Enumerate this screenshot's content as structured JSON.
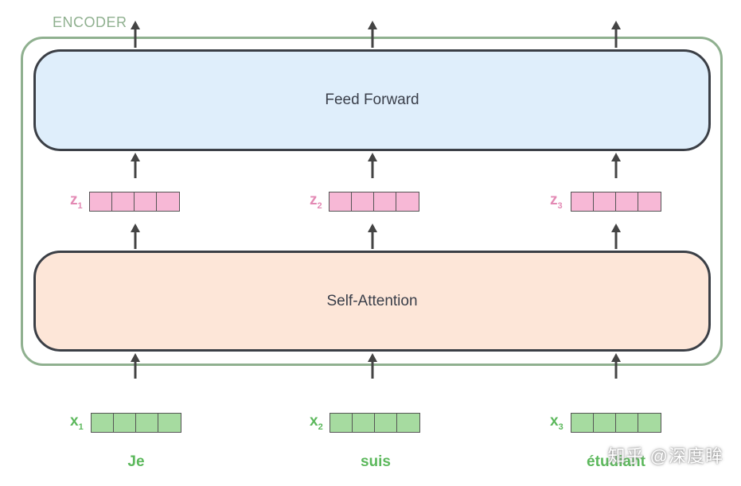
{
  "encoder": {
    "label": "ENCODER"
  },
  "layers": {
    "feed_forward": "Feed Forward",
    "self_attention": "Self-Attention"
  },
  "z_vectors": [
    {
      "letter": "z",
      "sub": "1"
    },
    {
      "letter": "z",
      "sub": "2"
    },
    {
      "letter": "z",
      "sub": "3"
    }
  ],
  "x_vectors": [
    {
      "letter": "x",
      "sub": "1"
    },
    {
      "letter": "x",
      "sub": "2"
    },
    {
      "letter": "x",
      "sub": "3"
    }
  ],
  "words": [
    "Je",
    "suis",
    "étudiant"
  ],
  "watermark": "知乎 @深度眸",
  "colors": {
    "encoder_border": "#8fb08f",
    "feed_forward_fill": "#dfeefb",
    "self_attention_fill": "#fde6d8",
    "z_vector_fill": "#f7b8d6",
    "x_vector_fill": "#a6dba0",
    "word_color": "#5cb85c",
    "z_label_color": "#e38ab4"
  }
}
